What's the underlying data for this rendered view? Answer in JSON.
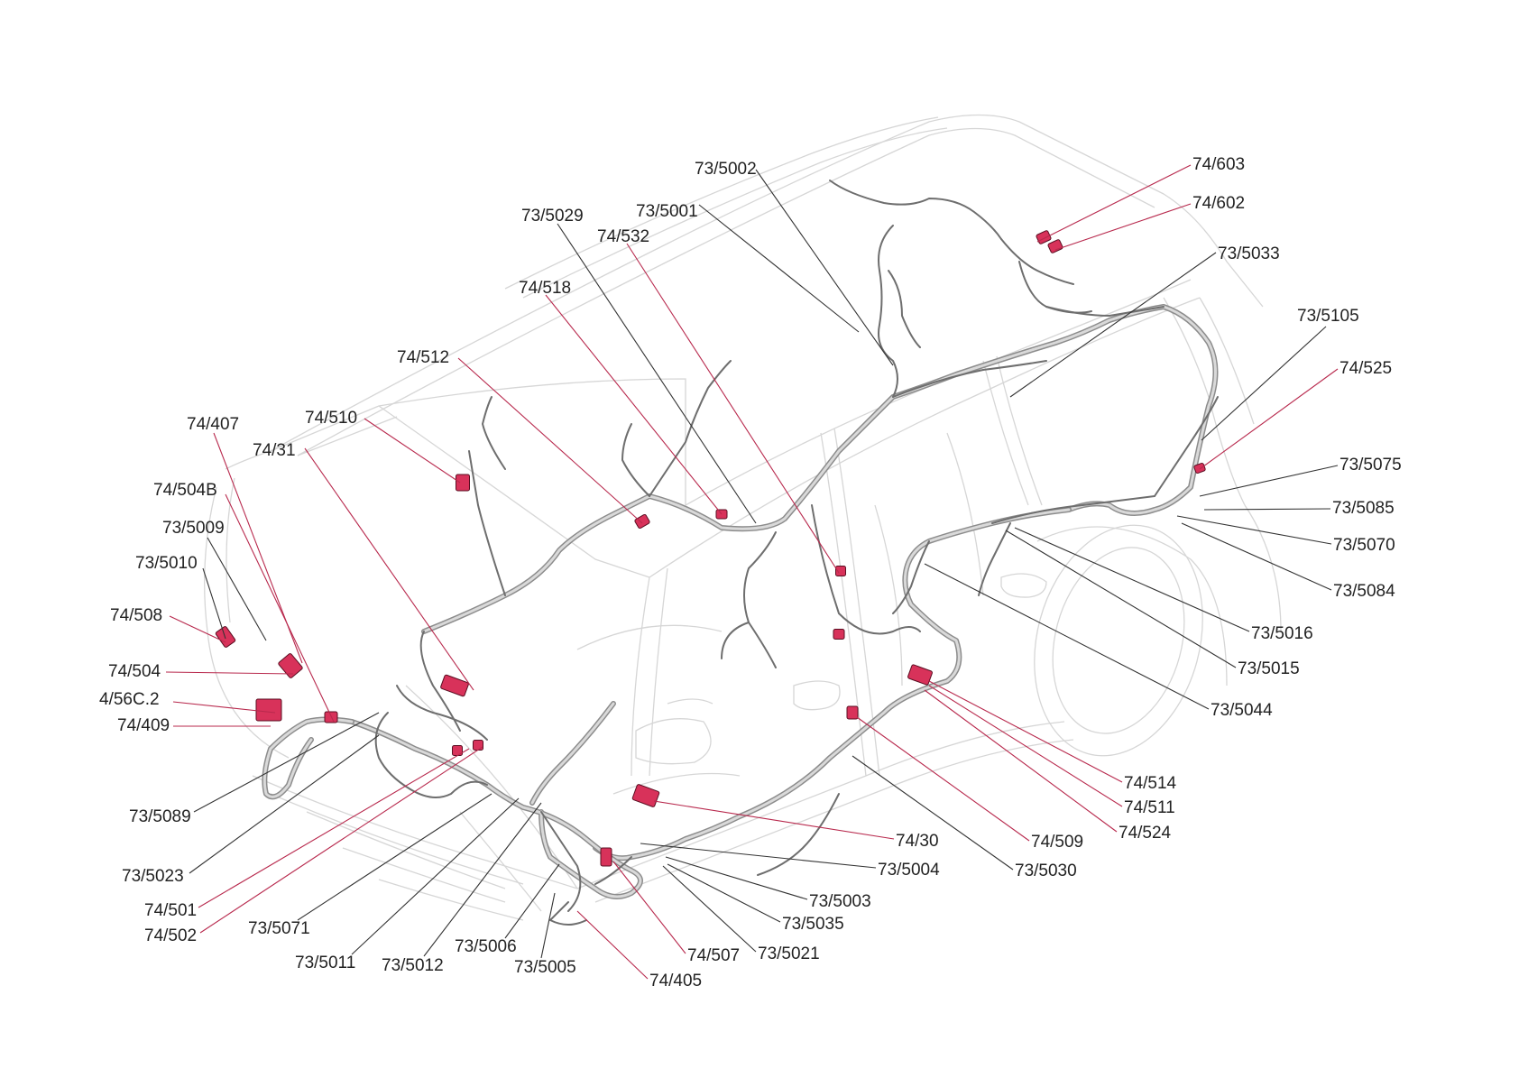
{
  "colors": {
    "callout_black": "#333333",
    "callout_red": "#b8294d",
    "connector_red": "#d8325a",
    "harness": "#8c8c8c",
    "car_outline": "#d6d6d6"
  },
  "callouts": [
    {
      "id": "73/5002",
      "text": "73/5002",
      "accent": false
    },
    {
      "id": "74/603",
      "text": "74/603",
      "accent": true
    },
    {
      "id": "73/5029",
      "text": "73/5029",
      "accent": false
    },
    {
      "id": "73/5001",
      "text": "73/5001",
      "accent": false
    },
    {
      "id": "74/602",
      "text": "74/602",
      "accent": true
    },
    {
      "id": "74/532",
      "text": "74/532",
      "accent": true
    },
    {
      "id": "73/5033",
      "text": "73/5033",
      "accent": false
    },
    {
      "id": "74/518",
      "text": "74/518",
      "accent": true
    },
    {
      "id": "73/5105",
      "text": "73/5105",
      "accent": false
    },
    {
      "id": "74/512",
      "text": "74/512",
      "accent": true
    },
    {
      "id": "74/525",
      "text": "74/525",
      "accent": true
    },
    {
      "id": "74/407",
      "text": "74/407",
      "accent": true
    },
    {
      "id": "74/510",
      "text": "74/510",
      "accent": true
    },
    {
      "id": "74/31",
      "text": "74/31",
      "accent": true
    },
    {
      "id": "73/5075",
      "text": "73/5075",
      "accent": false
    },
    {
      "id": "74/504B",
      "text": "74/504B",
      "accent": true
    },
    {
      "id": "73/5085",
      "text": "73/5085",
      "accent": false
    },
    {
      "id": "73/5009",
      "text": "73/5009",
      "accent": false
    },
    {
      "id": "73/5070",
      "text": "73/5070",
      "accent": false
    },
    {
      "id": "73/5010",
      "text": "73/5010",
      "accent": false
    },
    {
      "id": "73/5084",
      "text": "73/5084",
      "accent": false
    },
    {
      "id": "74/508",
      "text": "74/508",
      "accent": true
    },
    {
      "id": "73/5016",
      "text": "73/5016",
      "accent": false
    },
    {
      "id": "74/504",
      "text": "74/504",
      "accent": true
    },
    {
      "id": "73/5015",
      "text": "73/5015",
      "accent": false
    },
    {
      "id": "4/56C.2",
      "text": "4/56C.2",
      "accent": true
    },
    {
      "id": "73/5044",
      "text": "73/5044",
      "accent": false
    },
    {
      "id": "74/409",
      "text": "74/409",
      "accent": true
    },
    {
      "id": "74/514",
      "text": "74/514",
      "accent": true
    },
    {
      "id": "74/511",
      "text": "74/511",
      "accent": true
    },
    {
      "id": "73/5089",
      "text": "73/5089",
      "accent": false
    },
    {
      "id": "74/524",
      "text": "74/524",
      "accent": true
    },
    {
      "id": "74/30",
      "text": "74/30",
      "accent": true
    },
    {
      "id": "74/509",
      "text": "74/509",
      "accent": true
    },
    {
      "id": "73/5004",
      "text": "73/5004",
      "accent": false
    },
    {
      "id": "73/5030",
      "text": "73/5030",
      "accent": false
    },
    {
      "id": "73/5023",
      "text": "73/5023",
      "accent": false
    },
    {
      "id": "73/5003",
      "text": "73/5003",
      "accent": false
    },
    {
      "id": "74/501",
      "text": "74/501",
      "accent": true
    },
    {
      "id": "73/5035",
      "text": "73/5035",
      "accent": false
    },
    {
      "id": "74/502",
      "text": "74/502",
      "accent": true
    },
    {
      "id": "73/5071",
      "text": "73/5071",
      "accent": false
    },
    {
      "id": "73/5006",
      "text": "73/5006",
      "accent": false
    },
    {
      "id": "74/507",
      "text": "74/507",
      "accent": true
    },
    {
      "id": "73/5021",
      "text": "73/5021",
      "accent": false
    },
    {
      "id": "73/5011",
      "text": "73/5011",
      "accent": false
    },
    {
      "id": "73/5012",
      "text": "73/5012",
      "accent": false
    },
    {
      "id": "73/5005",
      "text": "73/5005",
      "accent": false
    },
    {
      "id": "74/405",
      "text": "74/405",
      "accent": true
    }
  ]
}
